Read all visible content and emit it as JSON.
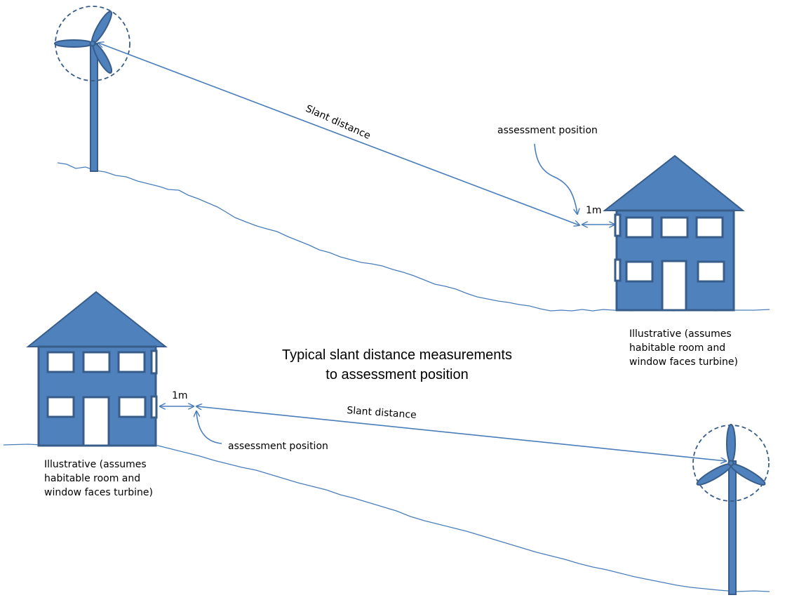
{
  "title": {
    "line1": "Typical slant distance measurements",
    "line2": "to assessment position"
  },
  "top_scene": {
    "slant_label": "Slant distance",
    "assessment_label": "assessment position",
    "distance_label": "1m",
    "caption": {
      "line1": "Illustrative (assumes",
      "line2": "habitable room and",
      "line3": "window faces turbine)"
    }
  },
  "bottom_scene": {
    "slant_label": "Slant distance",
    "assessment_label": "assessment position",
    "distance_label": "1m",
    "caption": {
      "line1": "Illustrative (assumes",
      "line2": "habitable room and",
      "line3": "window faces turbine)"
    }
  },
  "colors": {
    "fill": "#4F81BD",
    "outline": "#385D8A",
    "line": "#4A7EBB",
    "window": "#FFFFFF"
  }
}
